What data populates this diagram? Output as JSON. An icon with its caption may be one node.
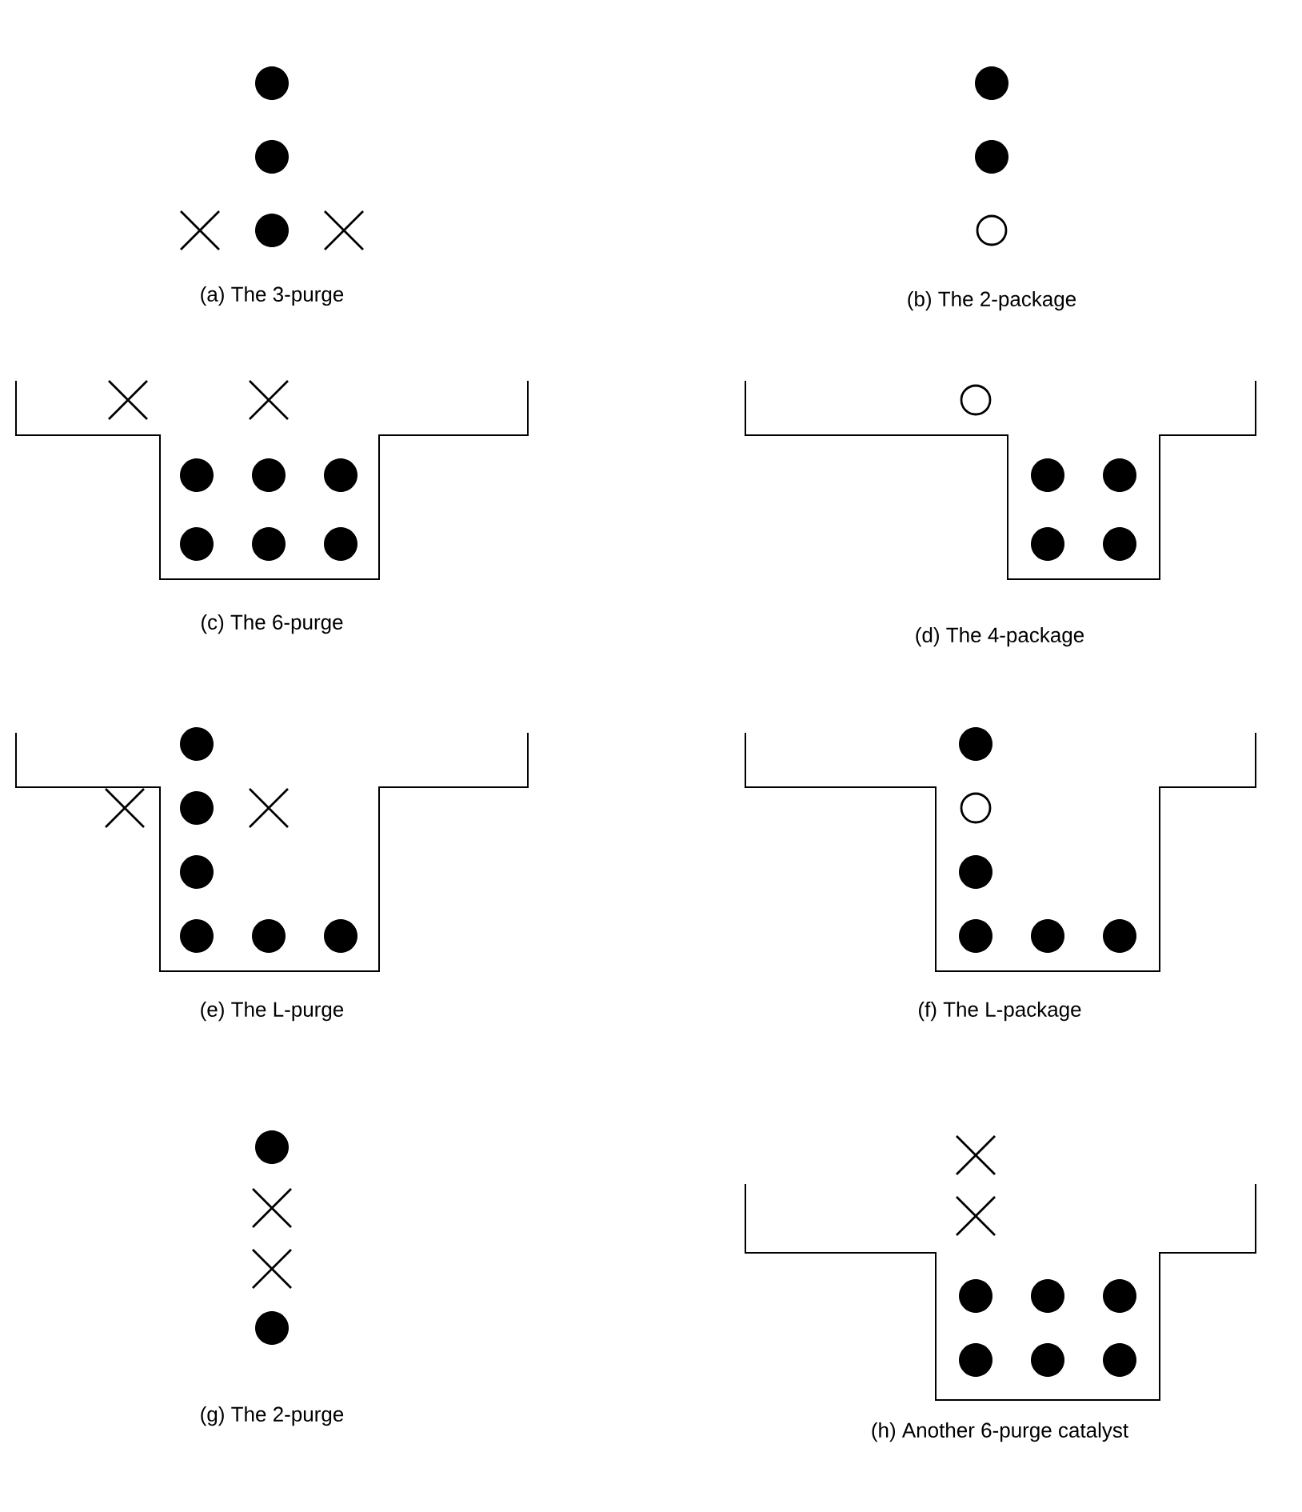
{
  "diagram": {
    "labels": [
      "(a)  The 3-purge",
      "(b)  The 2-package",
      "(c)  The 6-purge",
      "(d)  The 4-package",
      "(e)  The L-purge",
      "(f)  The L-package",
      "(g)  The 2-purge",
      "(h)  Another 6-purge catalyst"
    ]
  }
}
